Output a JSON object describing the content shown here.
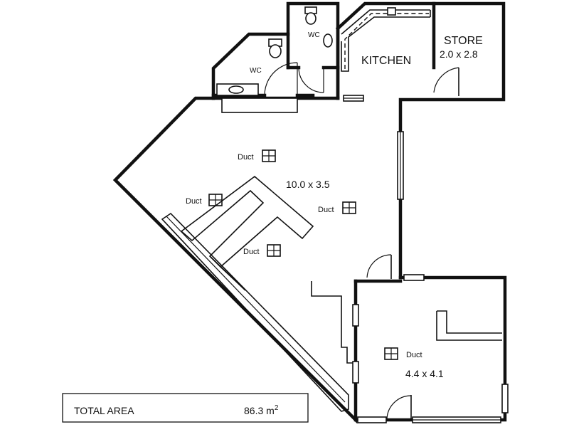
{
  "rooms": {
    "wc_left": "WC",
    "wc_right": "WC",
    "kitchen": "KITCHEN",
    "store_name": "STORE",
    "store_size": "2.0 x 2.8",
    "main_size": "10.0 x 3.5",
    "office_size": "4.4 x 4.1"
  },
  "ducts": {
    "duct_1": "Duct",
    "duct_2": "Duct",
    "duct_3": "Duct",
    "duct_4": "Duct",
    "duct_5": "Duct"
  },
  "total": {
    "label": "TOTAL AREA",
    "value": "86.3 m",
    "unit_sup": "2"
  }
}
